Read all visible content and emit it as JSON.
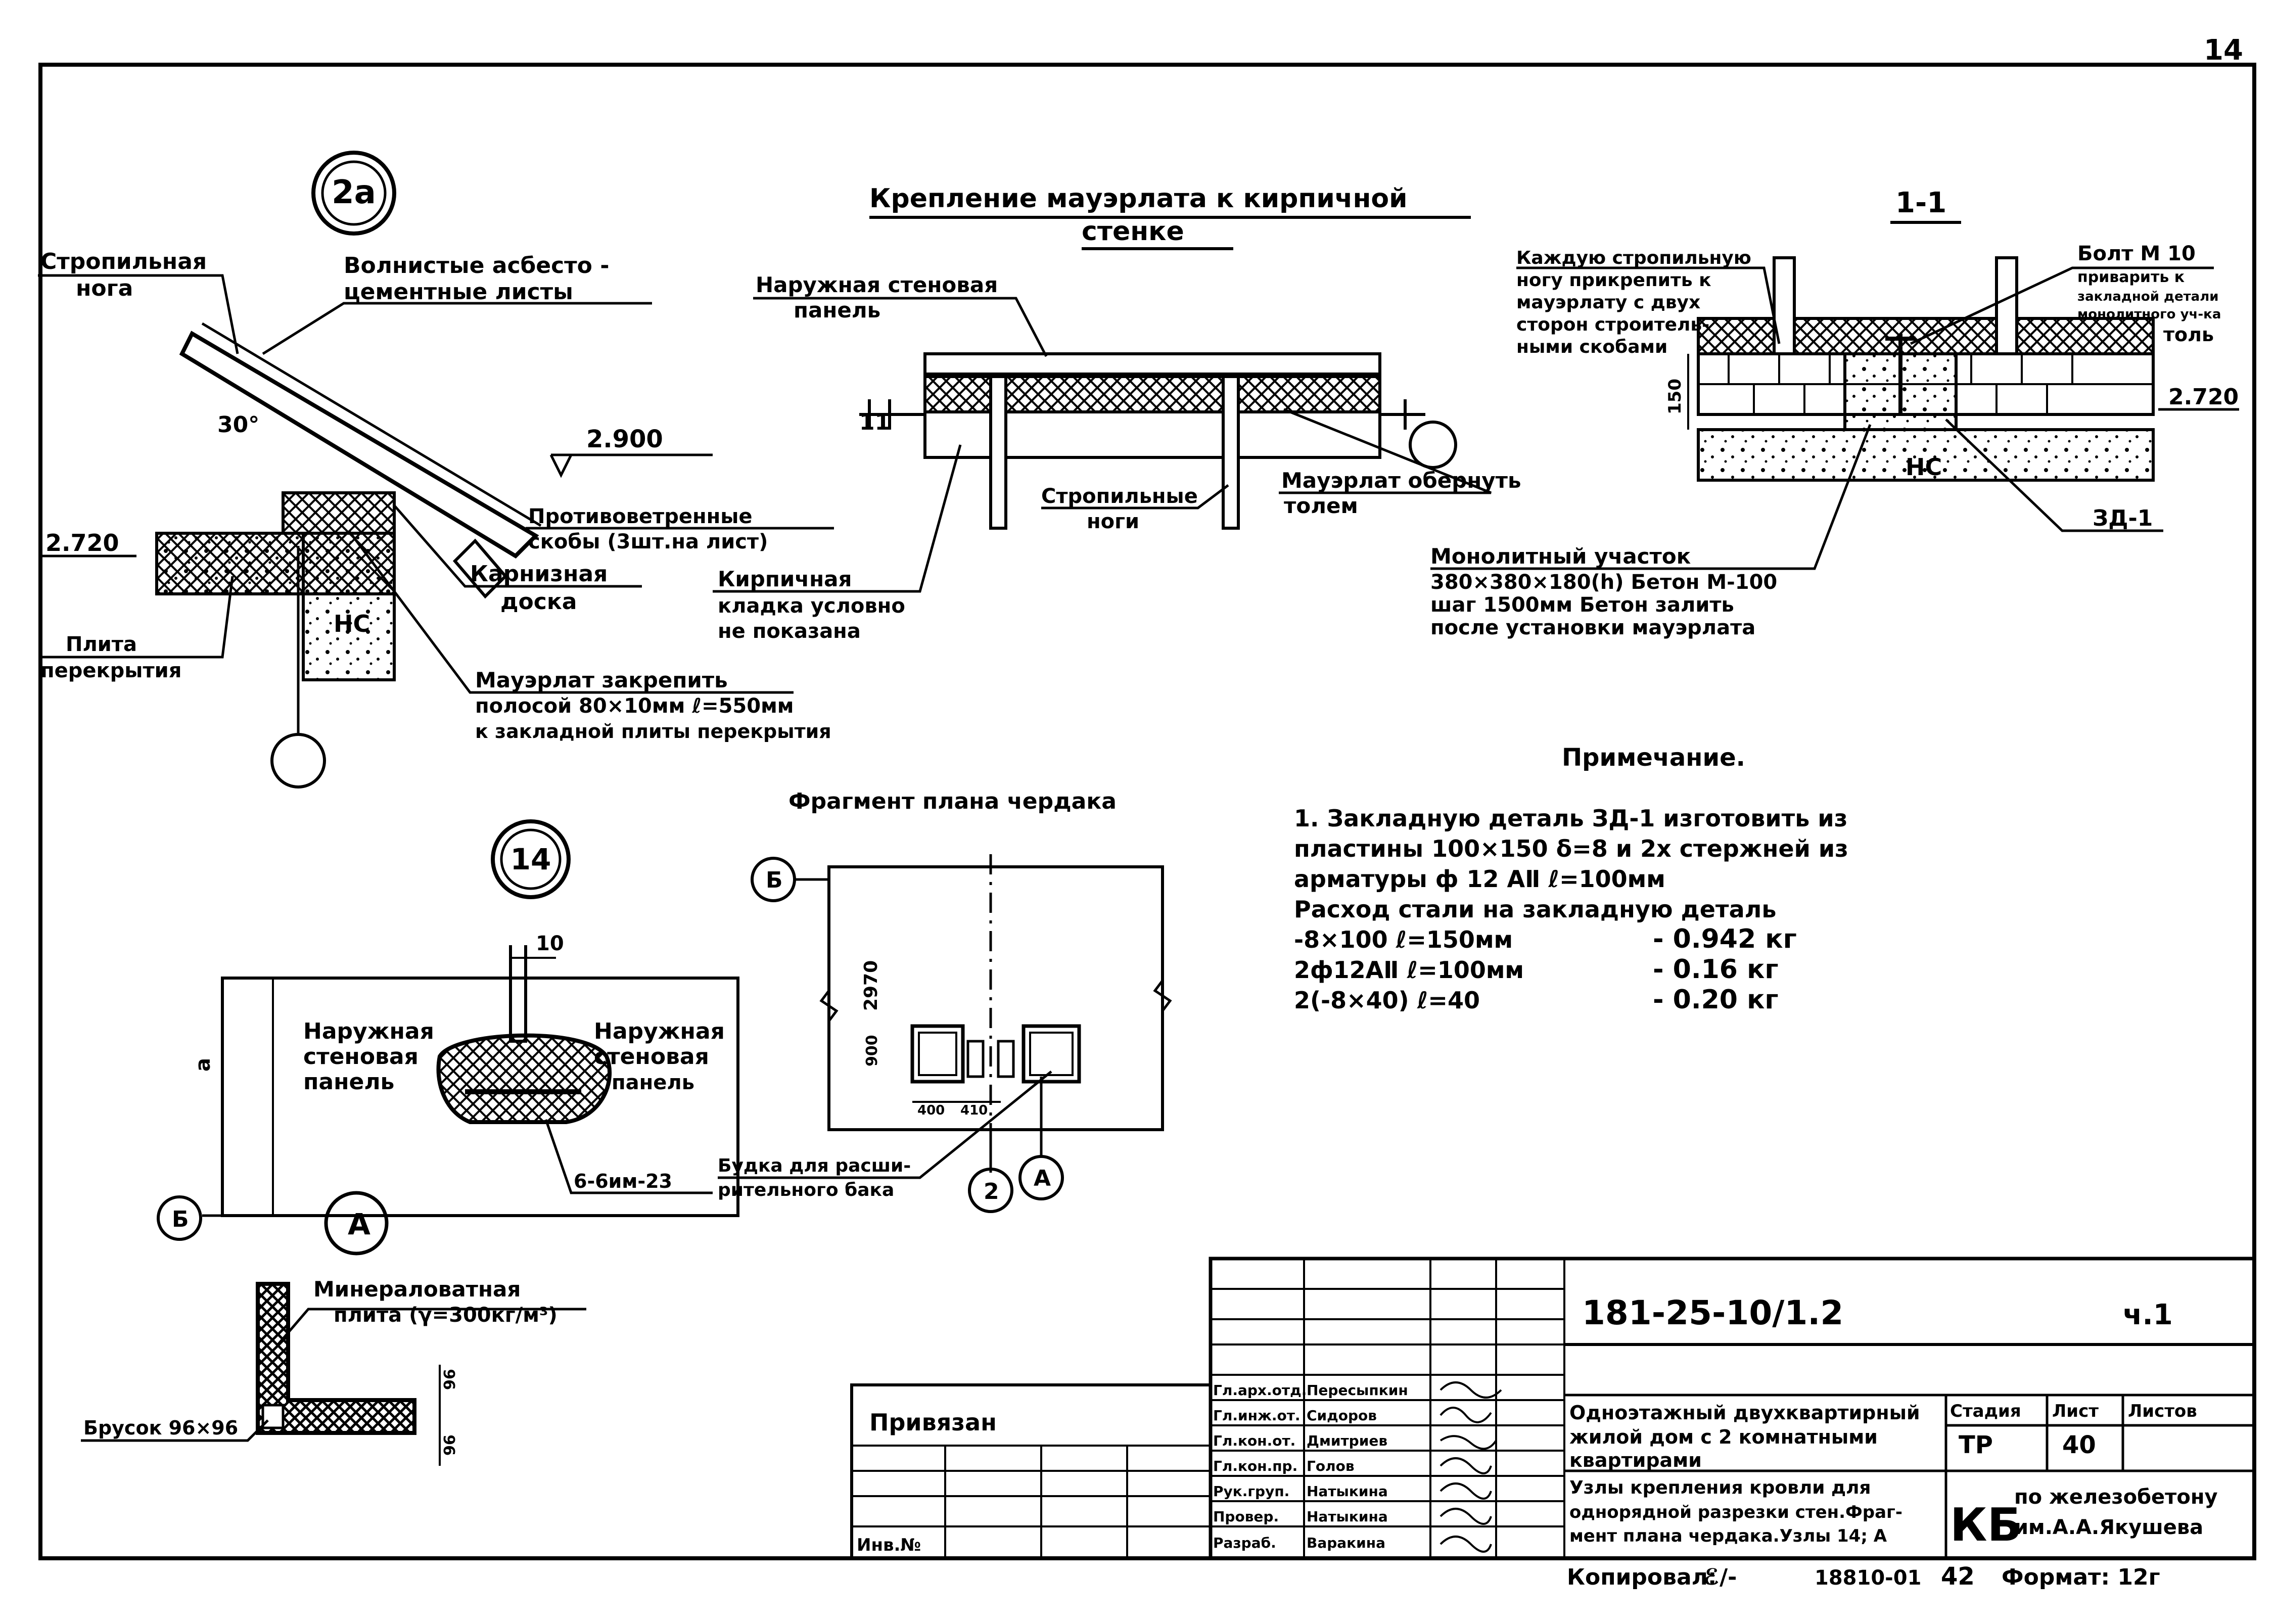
{
  "page_number": "14",
  "main_title": {
    "line1": "Крепление мауэрлата к кирпичной",
    "line2": "стенке"
  },
  "detail_2a": {
    "bubble": "2а",
    "labels": {
      "rafter_leg": [
        "Стропильная",
        "нога"
      ],
      "sheets": [
        "Волнистые асбесто -",
        "цементные листы"
      ],
      "angle": "30°",
      "elevation_top": "2.900",
      "elevation_left": "2.720",
      "windproof": [
        "Противоветренные",
        "скобы (3шт.на лист)"
      ],
      "cornice": [
        "Карнизная",
        "доска"
      ],
      "slab": [
        "Плита",
        "перекрытия"
      ],
      "nc": "НС",
      "mauerlat_fix": [
        "Мауэрлат закрепить",
        "полосой 80×10мм ℓ=550мм",
        "к закладной плиты перекрытия"
      ]
    }
  },
  "plan_view": {
    "labels": {
      "panel": [
        "Наружная стеновая",
        "панель"
      ],
      "dim": "11",
      "rafters": [
        "Стропильные",
        "ноги"
      ],
      "wrap": [
        "Мауэрлат обернуть",
        "толем"
      ],
      "masonry": [
        "Кирпичная",
        "кладка условно",
        "не показана"
      ]
    }
  },
  "section_1_1": {
    "title": "1-1",
    "labels": {
      "each_rafter": [
        "Каждую стропильную",
        "ногу прикрепить к",
        "мауэрлату с двух",
        "сторон строитель-",
        "ными скобами"
      ],
      "bolt": [
        "Болт М 10",
        "приварить к",
        "закладной детали",
        "монолитного уч-ка",
        "толь"
      ],
      "dim150": "150",
      "elevation": "2.720",
      "nc": "НС",
      "zd": "ЗД-1",
      "monolith": [
        "Монолитный участок",
        "380×380×180(h) Бетон М-100",
        "шаг 1500мм Бетон залить",
        "после установки мауэрлата"
      ]
    }
  },
  "note": {
    "title": "Примечание.",
    "lines": [
      "1. Закладную деталь ЗД-1 изготовить из",
      "пластины 100×150 δ=8 и 2х стержней из",
      "арматуры ф 12 АⅡ ℓ=100мм",
      "Расход стали на закладную деталь"
    ],
    "steel": [
      {
        "item": "-8×100 ℓ=150мм",
        "mass": "- 0.942 кг"
      },
      {
        "item": "2ф12АⅡ ℓ=100мм",
        "mass": "- 0.16 кг"
      },
      {
        "item": "2(-8×40) ℓ=40",
        "mass": "- 0.20 кг"
      }
    ]
  },
  "attic_plan": {
    "title": "Фрагмент плана чердака",
    "axis_b": "Б",
    "axis_2": "2",
    "axis_a": "А",
    "dim_2970": "2970",
    "dim_900": "900",
    "dim_400": "400",
    "dim_410": "410",
    "tank_label": [
      "Будка для расши-",
      "рительного бака"
    ]
  },
  "detail_14": {
    "bubble": "14",
    "dim10": "10",
    "dim_a": "a",
    "left_panel": [
      "Наружная",
      "стеновая",
      "панель"
    ],
    "right_panel": [
      "Наружная",
      "стеновая",
      "панель"
    ],
    "axis": "Б",
    "mark": "6-6им-23"
  },
  "detail_a": {
    "bubble": "А",
    "wool": [
      "Минераловатная",
      "плита (γ=300кг/м³)"
    ],
    "bar": "Брусок 96×96",
    "dim96a": "96",
    "dim96b": "96"
  },
  "title_block": {
    "code": "181-25-10/1.2",
    "part": "ч.1",
    "privyazan": "Привязан",
    "inv": "Инв.№",
    "roles": [
      {
        "role": "Гл.арх.отд.",
        "name": "Пересыпкин"
      },
      {
        "role": "Гл.инж.от.",
        "name": "Сидоров"
      },
      {
        "role": "Гл.кон.от.",
        "name": "Дмитриев"
      },
      {
        "role": "Гл.кон.пр.",
        "name": "Голов"
      },
      {
        "role": "Рук.груп.",
        "name": "Натыкина"
      },
      {
        "role": "Провер.",
        "name": "Натыкина"
      },
      {
        "role": "Разраб.",
        "name": "Варакина"
      }
    ],
    "project": [
      "Одноэтажный двухквартирный",
      "жилой дом с 2 комнатными",
      "квартирами"
    ],
    "sheet_title": [
      "Узлы крепления кровли для",
      "однорядной разрезки стен.Фраг-",
      "мент плана чердака.Узлы 14; А"
    ],
    "stage_h": "Стадия",
    "sheet_h": "Лист",
    "sheets_h": "Листов",
    "stage": "ТР",
    "sheet": "40",
    "org_logo": "КБ",
    "org": [
      "по железобетону",
      "им.А.А.Якушева"
    ]
  },
  "footer": {
    "copied": "Копировал:",
    "copier_sign": "ℰ/-",
    "number": "18810-01",
    "num2": "42",
    "format": "Формат: 12г"
  }
}
